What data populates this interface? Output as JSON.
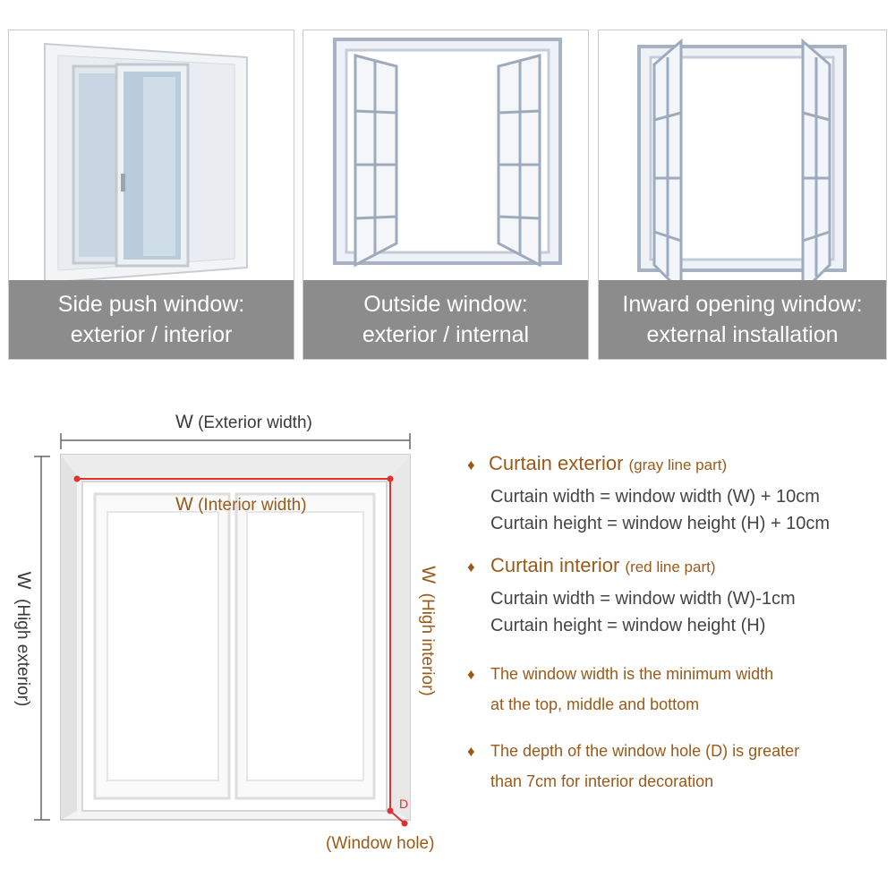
{
  "panels": [
    {
      "line1": "Side push window:",
      "line2": "exterior / interior"
    },
    {
      "line1": "Outside window:",
      "line2": "exterior / internal"
    },
    {
      "line1": "Inward opening window:",
      "line2": "external installation"
    }
  ],
  "diagram": {
    "exterior_width": "(Exterior width)",
    "interior_width": "(Interior width)",
    "high_exterior": "(High exterior)",
    "high_interior": "(High interior)",
    "w_letter": "W",
    "d_letter": "D",
    "window_hole": "(Window hole)"
  },
  "specs": {
    "exterior": {
      "bullet": "♦",
      "title": "Curtain exterior",
      "note": "(gray line part)",
      "width_line": "Curtain width = window width (W) + 10cm",
      "height_line": "Curtain height = window height (H) + 10cm"
    },
    "interior": {
      "bullet": "♦",
      "title": "Curtain interior",
      "note": "(red line part)",
      "width_line": "Curtain width = window width (W)-1cm",
      "height_line": "Curtain height = window height (H)"
    },
    "note1": {
      "bullet": "♦",
      "line1": "The window width is the minimum width",
      "line2": "at the top, middle and bottom"
    },
    "note2": {
      "bullet": "♦",
      "line1": "The depth of the window hole (D) is greater",
      "line2": "than 7cm for interior decoration"
    }
  },
  "colors": {
    "brown": "#9a5a1a",
    "red_line": "#e03030",
    "caption_bg": "#8c8c8c"
  }
}
